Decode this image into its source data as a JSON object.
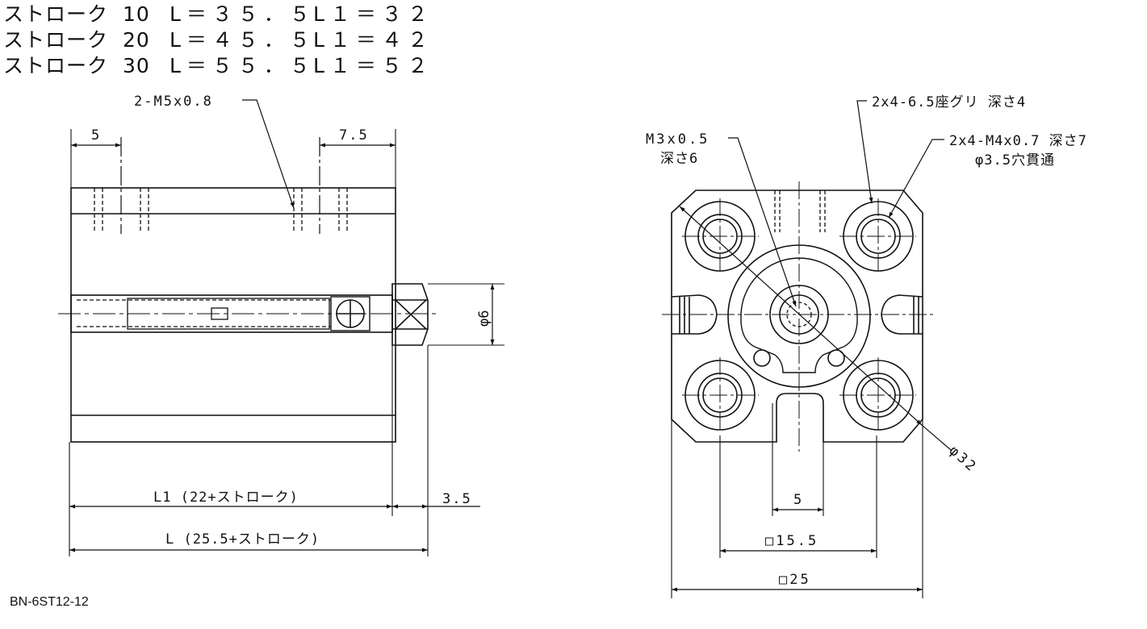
{
  "stroke_table": [
    {
      "label": "ストローク",
      "stroke": "10",
      "L": "L＝３５．５",
      "L1": "L１＝３２"
    },
    {
      "label": "ストローク",
      "stroke": "20",
      "L": "L＝４５．５",
      "L1": "L１＝４２"
    },
    {
      "label": "ストローク",
      "stroke": "30",
      "L": "L＝５５．５",
      "L1": "L１＝５２"
    }
  ],
  "side_view": {
    "port_note": "2-M5x0.8",
    "dim_left_5": "5",
    "dim_right_7_5": "7.5",
    "dim_phi6": "φ6",
    "dim_L1": "L1 (22+ストローク)",
    "dim_3_5": "3.5",
    "dim_L": "L (25.5+ストローク)"
  },
  "front_view": {
    "counterbore_note": "2x4-6.5座グリ 深さ4",
    "thread_note": "2x4-M4x0.7 深さ7",
    "thru_note": "φ3.5穴貫通",
    "rod_thread_note": "M3x0.5",
    "rod_thread_depth": "深さ6",
    "dim_phi32": "φ32",
    "dim_5": "5",
    "dim_sq15_5": "□15.5",
    "dim_sq25": "□25"
  },
  "model_number": "BN-6ST12-12"
}
